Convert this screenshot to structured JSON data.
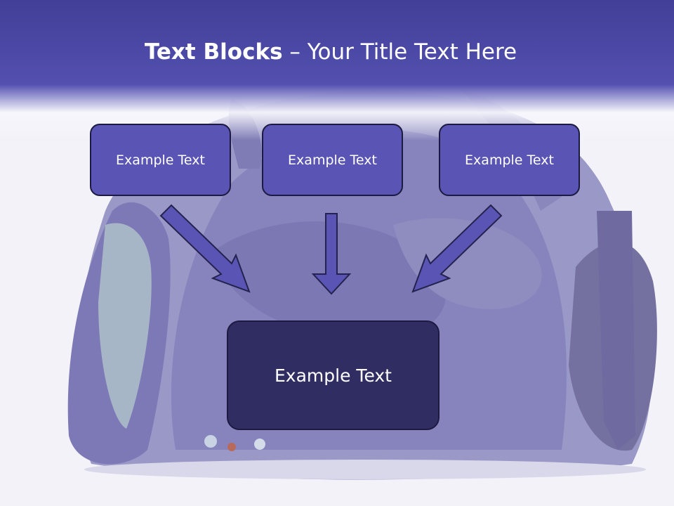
{
  "slide": {
    "title_bold": "Text Blocks",
    "title_dash": " – ",
    "title_rest": "Your Title Text Here",
    "top_boxes": [
      "Example Text",
      "Example Text",
      "Example Text"
    ],
    "bottom_box": "Example Text"
  },
  "colors": {
    "header": "#5350b0",
    "top_box": "#5a55b5",
    "bottom_box": "#302d62",
    "arrow": "#5a55b5"
  }
}
